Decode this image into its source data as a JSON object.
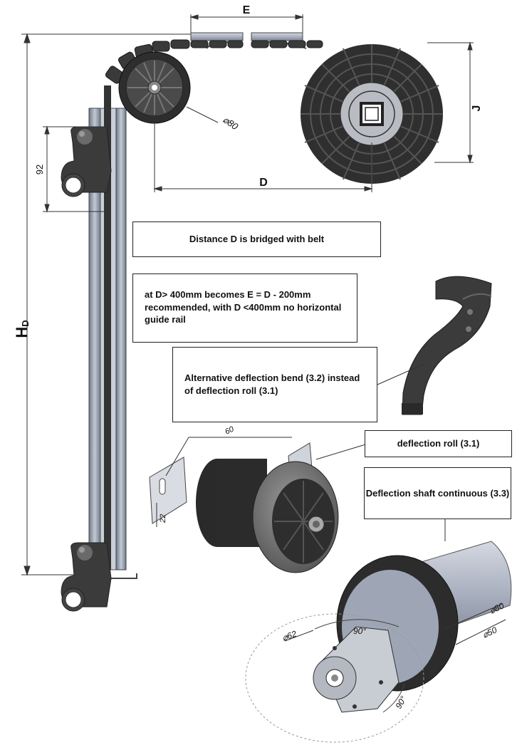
{
  "dimensions": {
    "e": "E",
    "j": "J",
    "d": "D",
    "hd_main": "H",
    "hd_sub": "D",
    "d92": "92",
    "phi80_roll": "⌀80",
    "d60": "60",
    "d22": "22",
    "angle90_top": "90°",
    "angle90_side": "90°",
    "phi62": "⌀62",
    "phi80_shaft": "⌀80",
    "phi50": "⌀50"
  },
  "callouts": {
    "distance_d": "Distance D is bridged with belt",
    "e_rule": "at D> 400mm becomes E = D - 200mm recommended, with D <400mm no horizontal guide rail",
    "alternative_bend": "Alternative deflection bend (3.2) instead of deflection roll (3.1)",
    "deflection_roll": "deflection roll (3.1)",
    "deflection_shaft": "Deflection shaft continuous (3.3)"
  }
}
